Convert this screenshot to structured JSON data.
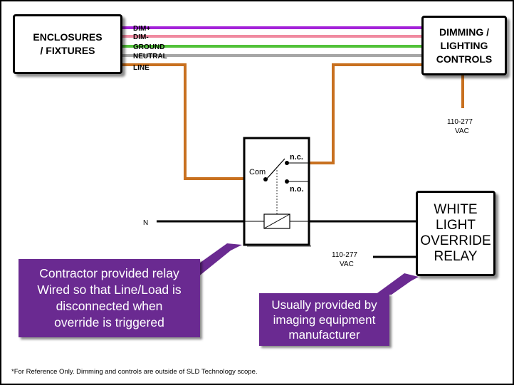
{
  "boxes": {
    "enclosures": "ENCLOSURES\n/ FIXTURES",
    "controls": "DIMMING /\nLIGHTING\nCONTROLS",
    "override": "WHITE\nLIGHT\nOVERRIDE\nRELAY"
  },
  "wires": {
    "dim_plus": "DIM+",
    "dim_minus": "DIM-",
    "ground": "GROUND",
    "neutral": "NEUTRAL",
    "line": "LINE",
    "n": "N"
  },
  "relay": {
    "com": "Com",
    "nc": "n.c.",
    "no": "n.o."
  },
  "voltage": {
    "controls_line1": "110-277",
    "controls_line2": "VAC",
    "override_line1": "110-277",
    "override_line2": "VAC"
  },
  "callouts": {
    "relay": "Contractor provided relay\nWired so that Line/Load is\ndisconnected when\noverride is triggered",
    "imaging": "Usually provided by\nimaging equipment\nmanufacturer"
  },
  "footnote": "*For Reference Only. Dimming and controls are outside of SLD Technology scope.",
  "colors": {
    "dim_plus": "#a321d9",
    "dim_minus": "#f08aa0",
    "ground": "#52c23a",
    "neutral": "#a6a6a6",
    "line": "#c8701f",
    "callout": "#6a2a91"
  }
}
